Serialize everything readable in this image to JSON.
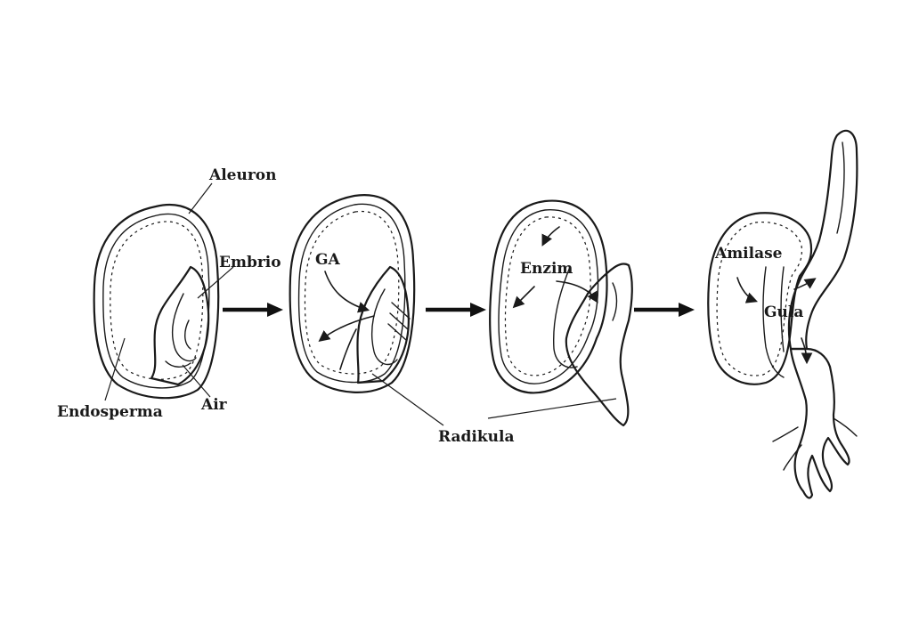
{
  "labels": {
    "aleuron": "Aleuron",
    "embrio": "Embrio",
    "endosperma": "Endosperma",
    "air": "Air",
    "ga": "GA",
    "enzim": "Enzim",
    "radikula": "Radikula",
    "amilase": "Amilase",
    "gula": "Gula"
  }
}
